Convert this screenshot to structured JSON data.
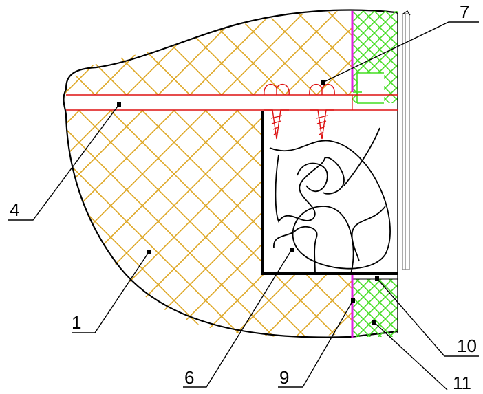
{
  "colors": {
    "masonry_hatch": "#dda520",
    "insulation_hatch": "#44dd22",
    "membrane": "#e020e0",
    "anchor": "#dd1111",
    "outline": "#000000"
  },
  "callouts": [
    {
      "id": "1",
      "label": "1"
    },
    {
      "id": "4",
      "label": "4"
    },
    {
      "id": "6",
      "label": "6"
    },
    {
      "id": "7",
      "label": "7"
    },
    {
      "id": "9",
      "label": "9"
    },
    {
      "id": "10",
      "label": "10"
    },
    {
      "id": "11",
      "label": "11"
    }
  ]
}
